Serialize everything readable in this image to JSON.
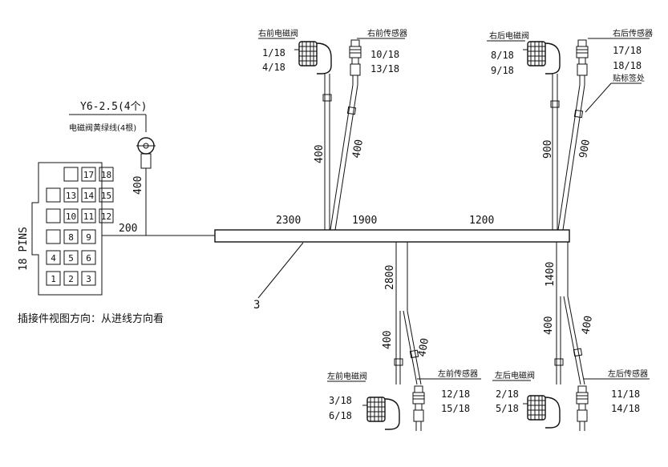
{
  "connector": {
    "pins_label": "18 PINS",
    "pins": [
      "17",
      "18",
      "13",
      "14",
      "15",
      "10",
      "11",
      "12",
      "8",
      "9",
      "4",
      "5",
      "6",
      "1",
      "2",
      "3"
    ],
    "view_note": "插接件视图方向：从进线方向看"
  },
  "lamp": {
    "spec": "Y6-2.5(4个)",
    "desc": "电磁阀黄绿线(4根)",
    "drop_length": "400"
  },
  "harness": {
    "lead_length": "200",
    "segments": [
      "2300",
      "1900",
      "1200"
    ],
    "trunk_label": "3"
  },
  "branches": {
    "front_right": {
      "valve_name": "右前电磁阀",
      "valve_pins": [
        "1/18",
        "4/18"
      ],
      "sensor_name": "右前传感器",
      "sensor_pins": [
        "10/18",
        "13/18"
      ],
      "len_valve": "400",
      "len_sensor": "400"
    },
    "rear_right": {
      "valve_name": "右后电磁阀",
      "valve_pins": [
        "8/18",
        "9/18"
      ],
      "sensor_name": "右后传感器",
      "sensor_pins": [
        "17/18",
        "18/18"
      ],
      "tape_note": "贴标签处",
      "len_valve": "900",
      "len_sensor": "900"
    },
    "front_left": {
      "drop_length": "2800",
      "valve_name": "左前电磁阀",
      "valve_pins": [
        "3/18",
        "6/18"
      ],
      "sensor_name": "左前传感器",
      "sensor_pins": [
        "12/18",
        "15/18"
      ],
      "len_valve": "400",
      "len_sensor": "400"
    },
    "rear_left": {
      "drop_length": "1400",
      "valve_name": "左后电磁阀",
      "valve_pins": [
        "2/18",
        "5/18"
      ],
      "sensor_name": "左后传感器",
      "sensor_pins": [
        "11/18",
        "14/18"
      ],
      "len_valve": "400",
      "len_sensor": "400"
    }
  }
}
